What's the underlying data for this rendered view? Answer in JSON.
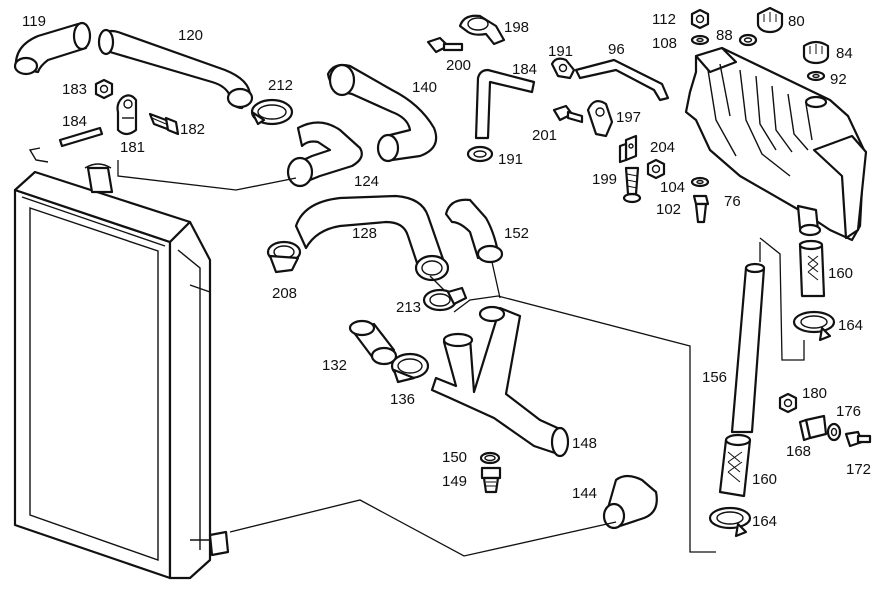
{
  "part_numbers": [
    "119",
    "120",
    "212",
    "183",
    "184",
    "181",
    "182",
    "124",
    "140",
    "128",
    "208",
    "152",
    "213",
    "132",
    "136",
    "148",
    "150",
    "149",
    "144",
    "198",
    "200",
    "191",
    "96",
    "184",
    "197",
    "201",
    "191",
    "204",
    "199",
    "104",
    "102",
    "112",
    "108",
    "88",
    "80",
    "84",
    "92",
    "76",
    "160",
    "164",
    "156",
    "180",
    "176",
    "168",
    "172",
    "160",
    "164"
  ]
}
